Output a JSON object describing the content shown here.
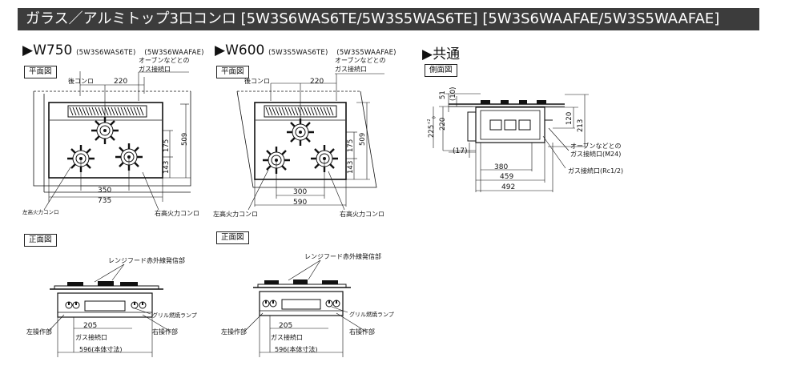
{
  "title": "ガラス／アルミトップ3口コンロ [5W3S6WAS6TE/5W3S5WAS6TE] [5W3S6WAAFAE/5W3S5WAAFAE]",
  "w750": {
    "heading": "▶W750",
    "model1": "(5W3S6WAS6TE)",
    "model2": "(5W3S6WAAFAE)",
    "plan_tag": "平面図",
    "front_tag": "正面図",
    "oven_gas_line1": "オーブンなどとの",
    "oven_gas_line2": "ガス接続口",
    "rear_burner": "後コンロ",
    "dim_220": "220",
    "dim_175": "175",
    "dim_509": "509",
    "dim_143": "143",
    "dim_350": "350",
    "dim_735": "735",
    "left_burner": "左高火力コンロ",
    "right_burner": "右高火力コンロ",
    "range_hood": "レンジフード赤外線発信部",
    "grill_lamp": "グリル燃焼ランプ",
    "left_panel": "左操作部",
    "right_panel": "右操作部",
    "dim_205": "205",
    "gas_inlet": "ガス接続口",
    "body_width": "596(本体寸法)"
  },
  "w600": {
    "heading": "▶W600",
    "model1": "(5W3S5WAS6TE)",
    "model2": "(5W3S5WAAFAE)",
    "plan_tag": "平面図",
    "front_tag": "正面図",
    "oven_gas_line1": "オーブンなどとの",
    "oven_gas_line2": "ガス接続口",
    "rear_burner": "後コンロ",
    "dim_220": "220",
    "dim_175": "175",
    "dim_509": "509",
    "dim_143": "143",
    "dim_300": "300",
    "dim_590": "590",
    "left_burner": "左高火力コンロ",
    "right_burner": "右高火力コンロ",
    "range_hood": "レンジフード赤外線発信部",
    "grill_lamp": "グリル燃焼ランプ",
    "left_panel": "左操作部",
    "right_panel": "右操作部",
    "dim_205": "205",
    "gas_inlet": "ガス接続口",
    "body_width": "596(本体寸法)"
  },
  "common": {
    "heading": "▶共通",
    "side_tag": "側面図",
    "dim_51": "51",
    "dim_10": "(10)",
    "dim_225": "225",
    "dim_225_sup": "+2",
    "dim_225_sub": "0",
    "dim_220": "220",
    "dim_120": "120",
    "dim_213": "213",
    "dim_17": "(17)",
    "oven_gas_line1": "オーブンなどとの",
    "oven_gas_line2": "ガス接続口(M24)",
    "dim_380": "380",
    "gas_inlet_rc": "ガス接続口(Rc1/2)",
    "dim_459": "459",
    "dim_492": "492"
  }
}
